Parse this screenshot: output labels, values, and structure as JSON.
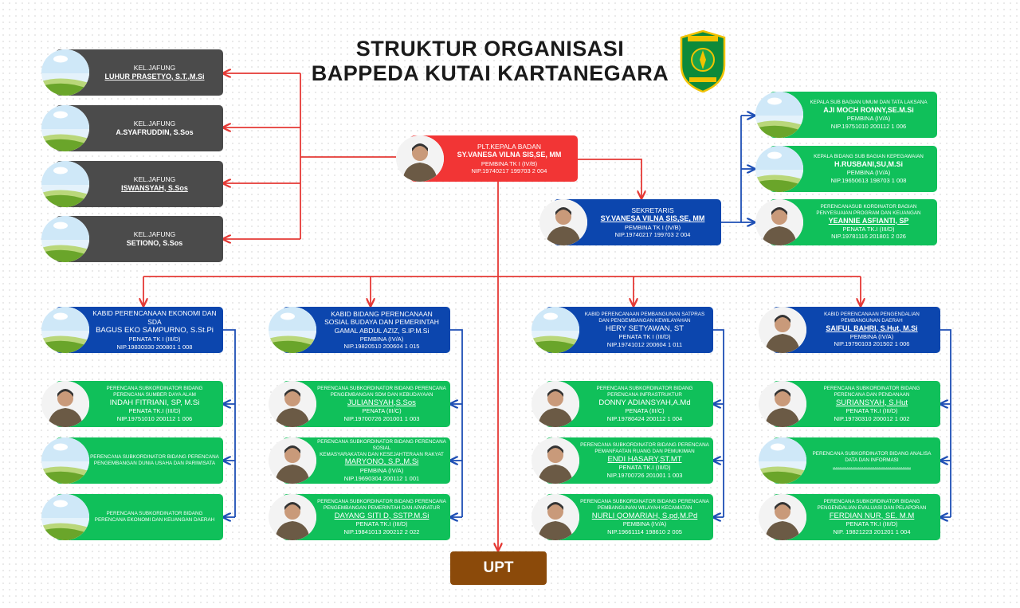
{
  "title": {
    "line1": "STRUKTUR ORGANISASI",
    "line2": "BAPPEDA KUTAI KARTANEGARA"
  },
  "colors": {
    "head": "#f23535",
    "kabid": "#0c46ae",
    "staff": "#10c05a",
    "jafung": "#4b4b4b",
    "upt": "#8b4a0a",
    "red_line": "#e53935",
    "blue_line": "#1e4fb5"
  },
  "upt": "UPT",
  "head": {
    "photo": true,
    "lines": [
      {
        "kind": "title",
        "text": "PLT.KEPALA BADAN"
      },
      {
        "kind": "name",
        "text": "SY.VANESA VILNA SIS,SE, MM"
      },
      {
        "kind": "rank",
        "text": "PEMBINA TK I (IV/B)"
      },
      {
        "kind": "nip",
        "text": "NIP.19740217 199703 2 004"
      }
    ]
  },
  "sekretaris": {
    "photo": true,
    "lines": [
      {
        "kind": "title",
        "text": "SEKRETARIS"
      },
      {
        "kind": "name-u",
        "text": "SY.VANESA VILNA SIS,SE, MM"
      },
      {
        "kind": "rank",
        "text": "PEMBINA TK I (IV/B)"
      },
      {
        "kind": "nip",
        "text": "NIP.19740217 199703 2 004"
      }
    ]
  },
  "jafung": [
    {
      "photo": false,
      "lines": [
        {
          "kind": "title",
          "text": "KEL.JAFUNG"
        },
        {
          "kind": "name-u",
          "text": "LUHUR PRASETYO, S.T.,M.Si"
        }
      ]
    },
    {
      "photo": false,
      "lines": [
        {
          "kind": "title",
          "text": "KEL.JAFUNG"
        },
        {
          "kind": "name",
          "text": "A.SYAFRUDDIN, S.Sos"
        }
      ]
    },
    {
      "photo": false,
      "lines": [
        {
          "kind": "title",
          "text": "KEL.JAFUNG"
        },
        {
          "kind": "name-u",
          "text": "ISWANSYAH, S.Sos"
        }
      ]
    },
    {
      "photo": false,
      "lines": [
        {
          "kind": "title",
          "text": "KEL.JAFUNG"
        },
        {
          "kind": "name",
          "text": "SETIONO, S.Sos"
        }
      ]
    }
  ],
  "sekretariat": [
    {
      "photo": false,
      "lines": [
        {
          "kind": "role",
          "text": "KEPALA SUB BAGIAN UMUM DAN TATA LAKSANA"
        },
        {
          "kind": "name",
          "text": "AJI MOCH RONNY,SE.M.Si"
        },
        {
          "kind": "rank",
          "text": "PEMBINA (IV/A)"
        },
        {
          "kind": "nip",
          "text": "NIP.19751010 200112 1 006"
        }
      ]
    },
    {
      "photo": false,
      "lines": [
        {
          "kind": "role",
          "text": "KEPALA BIDANG SUB BAGIAN KEPEGAWAIAN"
        },
        {
          "kind": "name",
          "text": "H.RUSBANI,SU,M.Si"
        },
        {
          "kind": "rank",
          "text": "PEMBINA (IV/A)"
        },
        {
          "kind": "nip",
          "text": "NIP.19650613 198703 1 008"
        }
      ]
    },
    {
      "photo": true,
      "lines": [
        {
          "kind": "role",
          "text": "PERENCANASUB KORDINATOR BAGIAN"
        },
        {
          "kind": "role",
          "text": "PENYESUAIAN PROGRAM DAN KEUANGAN"
        },
        {
          "kind": "name-u",
          "text": "YEANNIE ASFIANTI, SP"
        },
        {
          "kind": "rank",
          "text": "PENATA TK.I (III/D)"
        },
        {
          "kind": "nip",
          "text": "NIP.19781116 201801 2 026"
        }
      ]
    }
  ],
  "bidang": [
    {
      "kabid": {
        "photo": false,
        "lines": [
          {
            "kind": "title",
            "text": "KABID PERENCANAAN EKONOMI DAN SDA"
          },
          {
            "kind": "name-big",
            "text": "BAGUS EKO SAMPURNO, S.St.Pi"
          },
          {
            "kind": "rank",
            "text": "PENATA TK I (III/D)"
          },
          {
            "kind": "nip",
            "text": "NIP.19830330 200801 1 008"
          }
        ]
      },
      "staff": [
        {
          "photo": true,
          "lines": [
            {
              "kind": "role",
              "text": "PERENCANA SUBKORDINATOR BIDANG"
            },
            {
              "kind": "role",
              "text": "PERENCANA SUMBER DAYA ALAM"
            },
            {
              "kind": "name-big",
              "text": "INDAH FITRIANI, SP, M.Si"
            },
            {
              "kind": "rank",
              "text": "PENATA TK.I (III/D)"
            },
            {
              "kind": "nip",
              "text": "NIP.19751010 200112 1 006"
            }
          ]
        },
        {
          "photo": false,
          "lines": [
            {
              "kind": "role",
              "text": "PERENCANA SUBKORDINATOR BIDANG PERENCANA"
            },
            {
              "kind": "role",
              "text": "PENGEMBANGAN DUNIA USAHA DAN PARIWISATA"
            }
          ]
        },
        {
          "photo": false,
          "lines": [
            {
              "kind": "role",
              "text": "PERENCANA SUBKORDINATOR BIDANG"
            },
            {
              "kind": "role",
              "text": "PERENCANA EKONOMI DAN KEUANGAN DAERAH"
            }
          ]
        }
      ]
    },
    {
      "kabid": {
        "photo": false,
        "lines": [
          {
            "kind": "title",
            "text": "KABID BIDANG PERENCANAAN"
          },
          {
            "kind": "title",
            "text": "SOSIAL BUDAYA DAN PEMERINTAH"
          },
          {
            "kind": "title",
            "text": "GAMAL ABDUL AZIZ, S.IP.M.Si"
          },
          {
            "kind": "rank",
            "text": "PEMBINA  (IV/A)"
          },
          {
            "kind": "nip",
            "text": "NIP.19820510 200604 1 015"
          }
        ]
      },
      "staff": [
        {
          "photo": true,
          "lines": [
            {
              "kind": "role",
              "text": "PERENCANA SUBKORDINATOR BIDANG PERENCANA"
            },
            {
              "kind": "role",
              "text": "PENGEMBANGAN SDM DAN KEBUDAYAAN"
            },
            {
              "kind": "name-big-u",
              "text": "JULIANSYAH,S.Sos"
            },
            {
              "kind": "rank",
              "text": "PENATA (III/C)"
            },
            {
              "kind": "nip",
              "text": "NIP.19700726 201001 1 003"
            }
          ]
        },
        {
          "photo": true,
          "lines": [
            {
              "kind": "role",
              "text": "PERENCANA SUBKORDINATOR BIDANG PERENCANA SOSIAL"
            },
            {
              "kind": "role",
              "text": "KEMASYARAKATAN DAN KESEJAHTERAAN RAKYAT"
            },
            {
              "kind": "name-big-u",
              "text": "MARYONO, S.P.,M.Si"
            },
            {
              "kind": "rank",
              "text": "PEMBINA (IV/A)"
            },
            {
              "kind": "nip",
              "text": "NIP.19690304 200112 1 001"
            }
          ]
        },
        {
          "photo": true,
          "lines": [
            {
              "kind": "role",
              "text": "PERENCANA SUBKORDINATOR BIDANG PERENCANA"
            },
            {
              "kind": "role",
              "text": "PENGEMBANGAN PEMERINTAH DAN APARATUR"
            },
            {
              "kind": "name-big-u",
              "text": "DAYANG SITI D, SSTP.M.Si"
            },
            {
              "kind": "rank",
              "text": "PENATA TK.I (III/D)"
            },
            {
              "kind": "nip",
              "text": "NIP.19841013 200212 2 022"
            }
          ]
        }
      ]
    },
    {
      "kabid": {
        "photo": false,
        "lines": [
          {
            "kind": "role",
            "text": "KABID PERENCANAAN PEMBANGUNAN SATPRAS"
          },
          {
            "kind": "role",
            "text": "DAN PENGEMBANGAN KEWILAYAHAN"
          },
          {
            "kind": "name-big",
            "text": "HERY SETYAWAN, ST"
          },
          {
            "kind": "rank",
            "text": "PENATA TK I (III/D)"
          },
          {
            "kind": "nip",
            "text": "NIP.19741012 200604 1 011"
          }
        ]
      },
      "staff": [
        {
          "photo": true,
          "lines": [
            {
              "kind": "role",
              "text": "PERENCANA SUBKORDINATOR BIDANG"
            },
            {
              "kind": "role",
              "text": "PERENCANA INFRASTRUKTUR"
            },
            {
              "kind": "name-big",
              "text": "DONNY ADIANSYAH,A.Md"
            },
            {
              "kind": "rank",
              "text": "PENATA (III/C)"
            },
            {
              "kind": "nip",
              "text": "NIP.19780424 200112 1 004"
            }
          ]
        },
        {
          "photo": true,
          "lines": [
            {
              "kind": "role",
              "text": "PERENCANA SUBKORDINATOR BIDANG PERENCANA"
            },
            {
              "kind": "role",
              "text": "PEMANFAATAN RUANG DAN PEMUKIMAN"
            },
            {
              "kind": "name-big-u",
              "text": "ENDI HASARY,ST.MT"
            },
            {
              "kind": "rank",
              "text": "PENATA TK.I (III/D)"
            },
            {
              "kind": "nip",
              "text": "NIP.19700726 201001 1 003"
            }
          ]
        },
        {
          "photo": true,
          "lines": [
            {
              "kind": "role",
              "text": "PERENCANA SUBKORDINATOR BIDANG PERENCANA"
            },
            {
              "kind": "role",
              "text": "PEMBANGUNAN WILAYAH KECAMATAN"
            },
            {
              "kind": "name-big-u",
              "text": "NURLI QOMARIAH, S.pd,M.Pd"
            },
            {
              "kind": "rank",
              "text": "PEMBINA (IV/A)"
            },
            {
              "kind": "nip",
              "text": "NIP.19661114 198610 2 005"
            }
          ]
        }
      ]
    },
    {
      "kabid": {
        "photo": true,
        "lines": [
          {
            "kind": "role",
            "text": "KABID PERENCANAAN PENGENDALIAN"
          },
          {
            "kind": "role",
            "text": "PEMBANGUNAN DAERAH"
          },
          {
            "kind": "name-u",
            "text": "SAIFUL BAHRI, S.Hut, M.Si"
          },
          {
            "kind": "rank",
            "text": "PEMBINA (IV/A)"
          },
          {
            "kind": "nip",
            "text": "NIP.19790103 201502 1 006"
          }
        ]
      },
      "staff": [
        {
          "photo": true,
          "lines": [
            {
              "kind": "role",
              "text": "PERENCANA SUBKORDINATOR BIDANG"
            },
            {
              "kind": "role",
              "text": "PERENCANA DAN PENDANAAN"
            },
            {
              "kind": "name-big-u",
              "text": "SURIANSYAH, S.Hut"
            },
            {
              "kind": "rank",
              "text": "PENATA TK.I  (III/D)"
            },
            {
              "kind": "nip",
              "text": "NIP.19730310 200012 1 002"
            }
          ]
        },
        {
          "photo": false,
          "lines": [
            {
              "kind": "role",
              "text": "PERENCANA SUBKORDINATOR BIDANG ANALISA"
            },
            {
              "kind": "role",
              "text": "DATA DAN INFORMASI"
            },
            {
              "kind": "role-u",
              "text": "........................................................"
            }
          ]
        },
        {
          "photo": true,
          "lines": [
            {
              "kind": "role",
              "text": "PERENCANA SUBKORDINATOR BIDANG"
            },
            {
              "kind": "role",
              "text": "PENGENDALIAN EVALUASI DAN PELAPORAN"
            },
            {
              "kind": "name-big-u",
              "text": "FERDIAN NUR, SE. M.M"
            },
            {
              "kind": "rank",
              "text": "PENATA TK.I (III/D)"
            },
            {
              "kind": "nip",
              "text": "NIP. 19821223 201201 1 004"
            }
          ]
        }
      ]
    }
  ]
}
